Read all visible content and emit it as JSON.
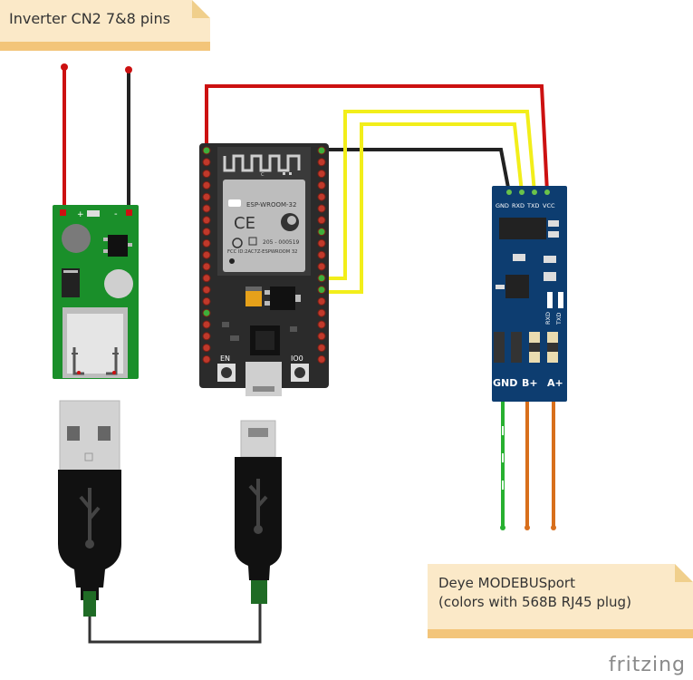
{
  "notes": {
    "top": "Inverter CN2 7&8 pins",
    "bottom_line1": "Deye MODEBUSport",
    "bottom_line2": "(colors with 568B RJ45 plug)"
  },
  "logo": "fritzing",
  "esp32": {
    "module_name": "ESP-WROOM-32",
    "code": "205 - 000519",
    "fcc": "FCC ID:2AC7Z-ESPWROOM 32",
    "en_label": "EN",
    "io0_label": "IO0",
    "c_label": "C",
    "ce_mark": "CE"
  },
  "converter": {
    "plus_label": "+",
    "minus_label": "-"
  },
  "rs485": {
    "pin_labels": [
      "GND",
      "RXD",
      "TXD",
      "VCC"
    ],
    "bottom_labels": [
      "GND",
      "B+",
      "A+"
    ],
    "led_rxd": "RXD",
    "led_txd": "TXD"
  },
  "colors": {
    "red_wire": "#cc1111",
    "black_wire": "#222222",
    "yellow_wire": "#f2ee1a",
    "green_wire": "#27b030",
    "orange_wire": "#d86f1c",
    "converter_pcb": "#1a8f2a",
    "esp_board": "#2b2b2b",
    "rs485_pcb": "#0d3d70",
    "note_bg": "#fbe9c8"
  }
}
